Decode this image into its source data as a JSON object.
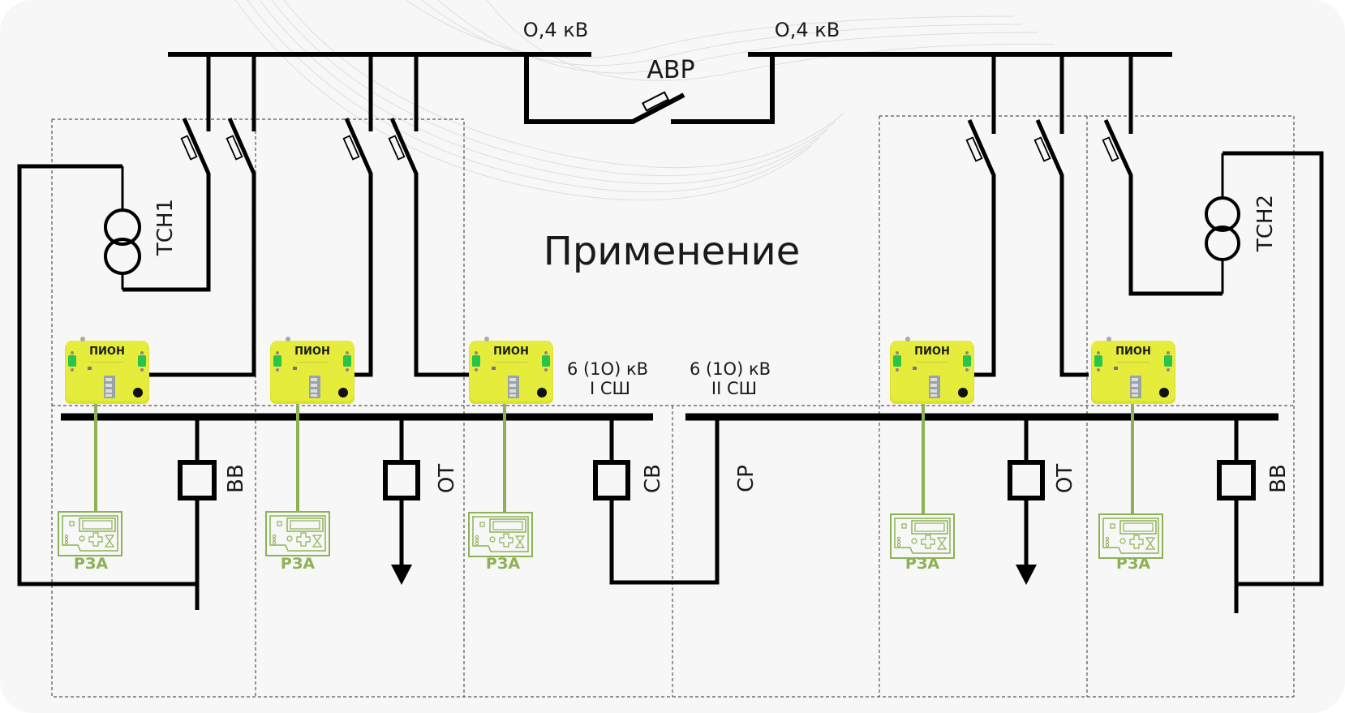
{
  "title": "Применение",
  "buses": {
    "lv_left": "О,4 кВ",
    "lv_right": "О,4 кВ",
    "ats": "АВР",
    "mv_left_voltage": "6 (1О) кВ",
    "mv_left_section": "I СШ",
    "mv_right_voltage": "6 (1О) кВ",
    "mv_right_section": "II СШ"
  },
  "transformers": [
    "ТСН1",
    "ТСН2"
  ],
  "pion_devices": [
    {
      "label": "ПИОН"
    },
    {
      "label": "ПИОН"
    },
    {
      "label": "ПИОН"
    },
    {
      "label": "ПИОН"
    },
    {
      "label": "ПИОН"
    }
  ],
  "relays": [
    {
      "label": "РЗА"
    },
    {
      "label": "РЗА"
    },
    {
      "label": "РЗА"
    },
    {
      "label": "РЗА"
    },
    {
      "label": "РЗА"
    }
  ],
  "feeders": [
    {
      "label": "ВВ"
    },
    {
      "label": "ОТ"
    },
    {
      "label": "СВ"
    },
    {
      "label": "СР"
    },
    {
      "label": "ОТ"
    },
    {
      "label": "ВВ"
    }
  ],
  "colors": {
    "line": "#000000",
    "pion_body": "#e5ec3a",
    "relay_green": "#8db255",
    "background": "#f7f7f7",
    "dashed": "#555555"
  }
}
